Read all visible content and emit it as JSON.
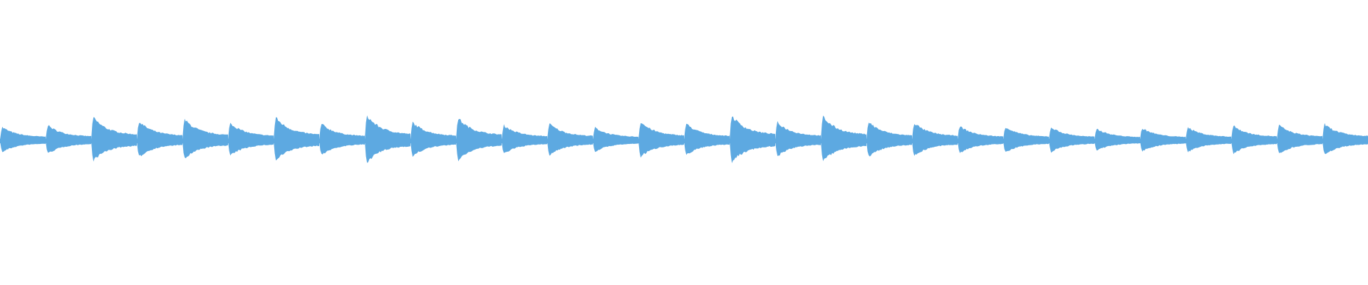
{
  "waveform": {
    "color": "#5DA9E1",
    "background": "#FFFFFF",
    "segment_amplitudes": [
      0.52,
      0.6,
      0.92,
      0.76,
      0.84,
      0.7,
      0.92,
      0.66,
      1.0,
      0.72,
      0.9,
      0.6,
      0.66,
      0.5,
      0.74,
      0.66,
      1.0,
      0.72,
      0.96,
      0.74,
      0.7,
      0.56,
      0.54,
      0.52,
      0.46,
      0.48,
      0.52,
      0.58,
      0.6,
      0.64,
      0.44
    ],
    "last_segment_shape": "flat"
  }
}
